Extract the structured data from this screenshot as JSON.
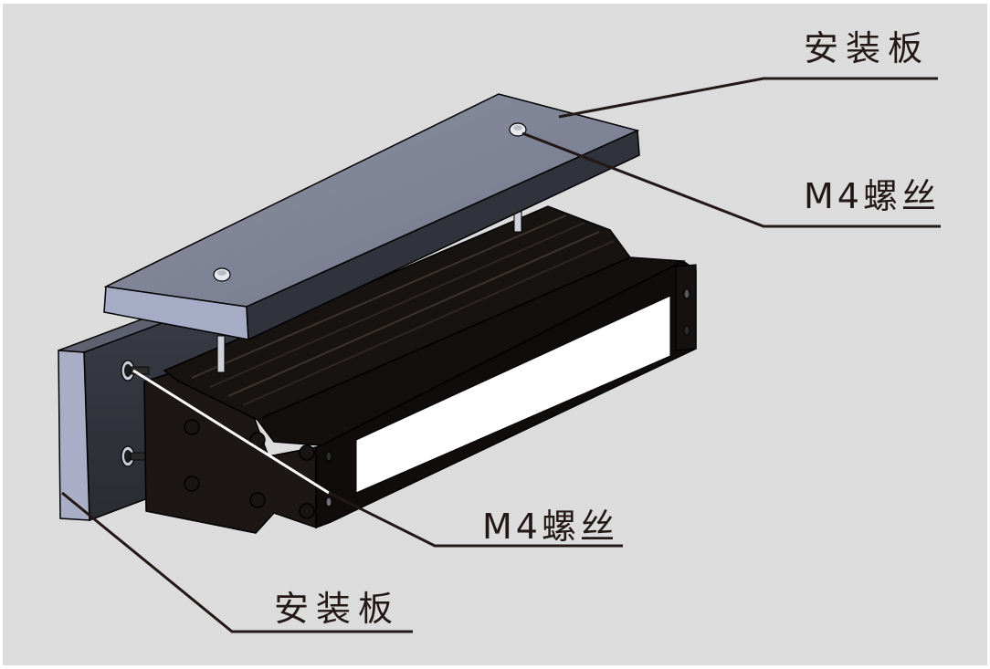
{
  "figure": {
    "subject": "bar-light-mounting-assembly",
    "callouts": [
      {
        "id": "plate-top",
        "text": "安装板"
      },
      {
        "id": "screw-top",
        "text": "M4螺丝"
      },
      {
        "id": "screw-bottom",
        "text": "M4螺丝"
      },
      {
        "id": "plate-bottom",
        "text": "安装板"
      }
    ]
  },
  "colors": {
    "background": "#dcdcdc",
    "label_text": "#231815",
    "leader_line": "#231815",
    "plate_top_face": "#7d8294",
    "plate_edge_light": "#a6abc6",
    "plate_edge_dark": "#30333c",
    "light_body": "#161210",
    "light_window": "#ffffff"
  }
}
